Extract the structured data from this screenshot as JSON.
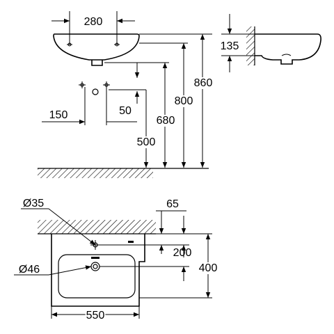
{
  "top_view": {
    "dim_hole_spacing": "280",
    "dim_wall_to_hook": "135",
    "dim_rim_height": "860",
    "dim_bowl_height": "800",
    "dim_trap_height": "680",
    "dim_supply_height": "500",
    "dim_supply_offset": "150",
    "dim_supply_spacing": "50"
  },
  "plan_view": {
    "dim_tap_hole": "Ø35",
    "dim_overflow_hole": "Ø46",
    "dim_wall_offset": "65",
    "dim_tap_to_waste": "200",
    "dim_depth": "400",
    "dim_width": "550"
  },
  "colors": {
    "line": "#000000",
    "background": "#ffffff"
  }
}
